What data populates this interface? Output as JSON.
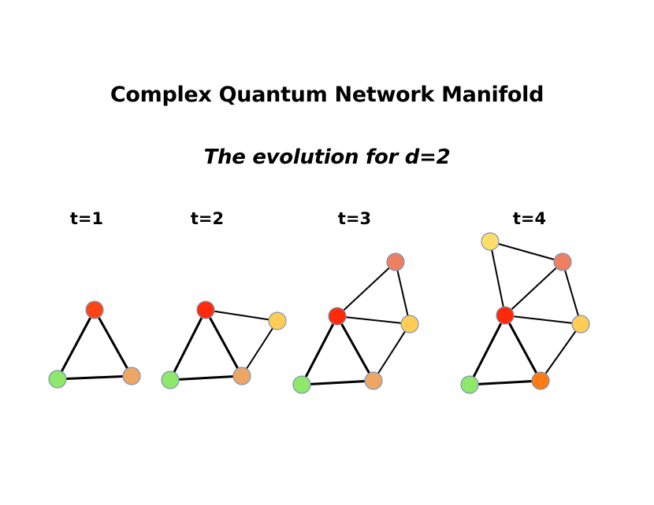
{
  "title": "Complex Quantum Network Manifold",
  "subtitle": "The evolution for d=2",
  "colors": {
    "edge": "#000000",
    "node_stroke": "#7f95b5"
  },
  "stages": [
    {
      "label": "t=1",
      "nodes": [
        {
          "color": "#ff4515"
        },
        {
          "color": "#8ee86a"
        },
        {
          "color": "#eea664"
        }
      ],
      "edges": [
        [
          0,
          1
        ],
        [
          0,
          2
        ],
        [
          1,
          2
        ]
      ]
    },
    {
      "label": "t=2",
      "nodes": [
        {
          "color": "#ff2a0a"
        },
        {
          "color": "#8ee86a"
        },
        {
          "color": "#eea664"
        },
        {
          "color": "#ffcc55"
        }
      ],
      "edges": [
        [
          0,
          1
        ],
        [
          0,
          2
        ],
        [
          1,
          2
        ],
        [
          0,
          3
        ],
        [
          2,
          3
        ]
      ]
    },
    {
      "label": "t=3",
      "nodes": [
        {
          "color": "#ff2a0a"
        },
        {
          "color": "#8ee86a"
        },
        {
          "color": "#eea664"
        },
        {
          "color": "#ffcc55"
        },
        {
          "color": "#ec8060"
        }
      ],
      "edges": [
        [
          0,
          1
        ],
        [
          0,
          2
        ],
        [
          1,
          2
        ],
        [
          0,
          3
        ],
        [
          2,
          3
        ],
        [
          0,
          4
        ],
        [
          3,
          4
        ]
      ]
    },
    {
      "label": "t=4",
      "nodes": [
        {
          "color": "#ff2a0a"
        },
        {
          "color": "#8ee86a"
        },
        {
          "color": "#ff7a10"
        },
        {
          "color": "#ffcc55"
        },
        {
          "color": "#ec8060"
        },
        {
          "color": "#ffdd6a"
        }
      ],
      "edges": [
        [
          0,
          1
        ],
        [
          0,
          2
        ],
        [
          1,
          2
        ],
        [
          0,
          3
        ],
        [
          2,
          3
        ],
        [
          0,
          4
        ],
        [
          3,
          4
        ],
        [
          0,
          5
        ],
        [
          4,
          5
        ]
      ]
    }
  ]
}
